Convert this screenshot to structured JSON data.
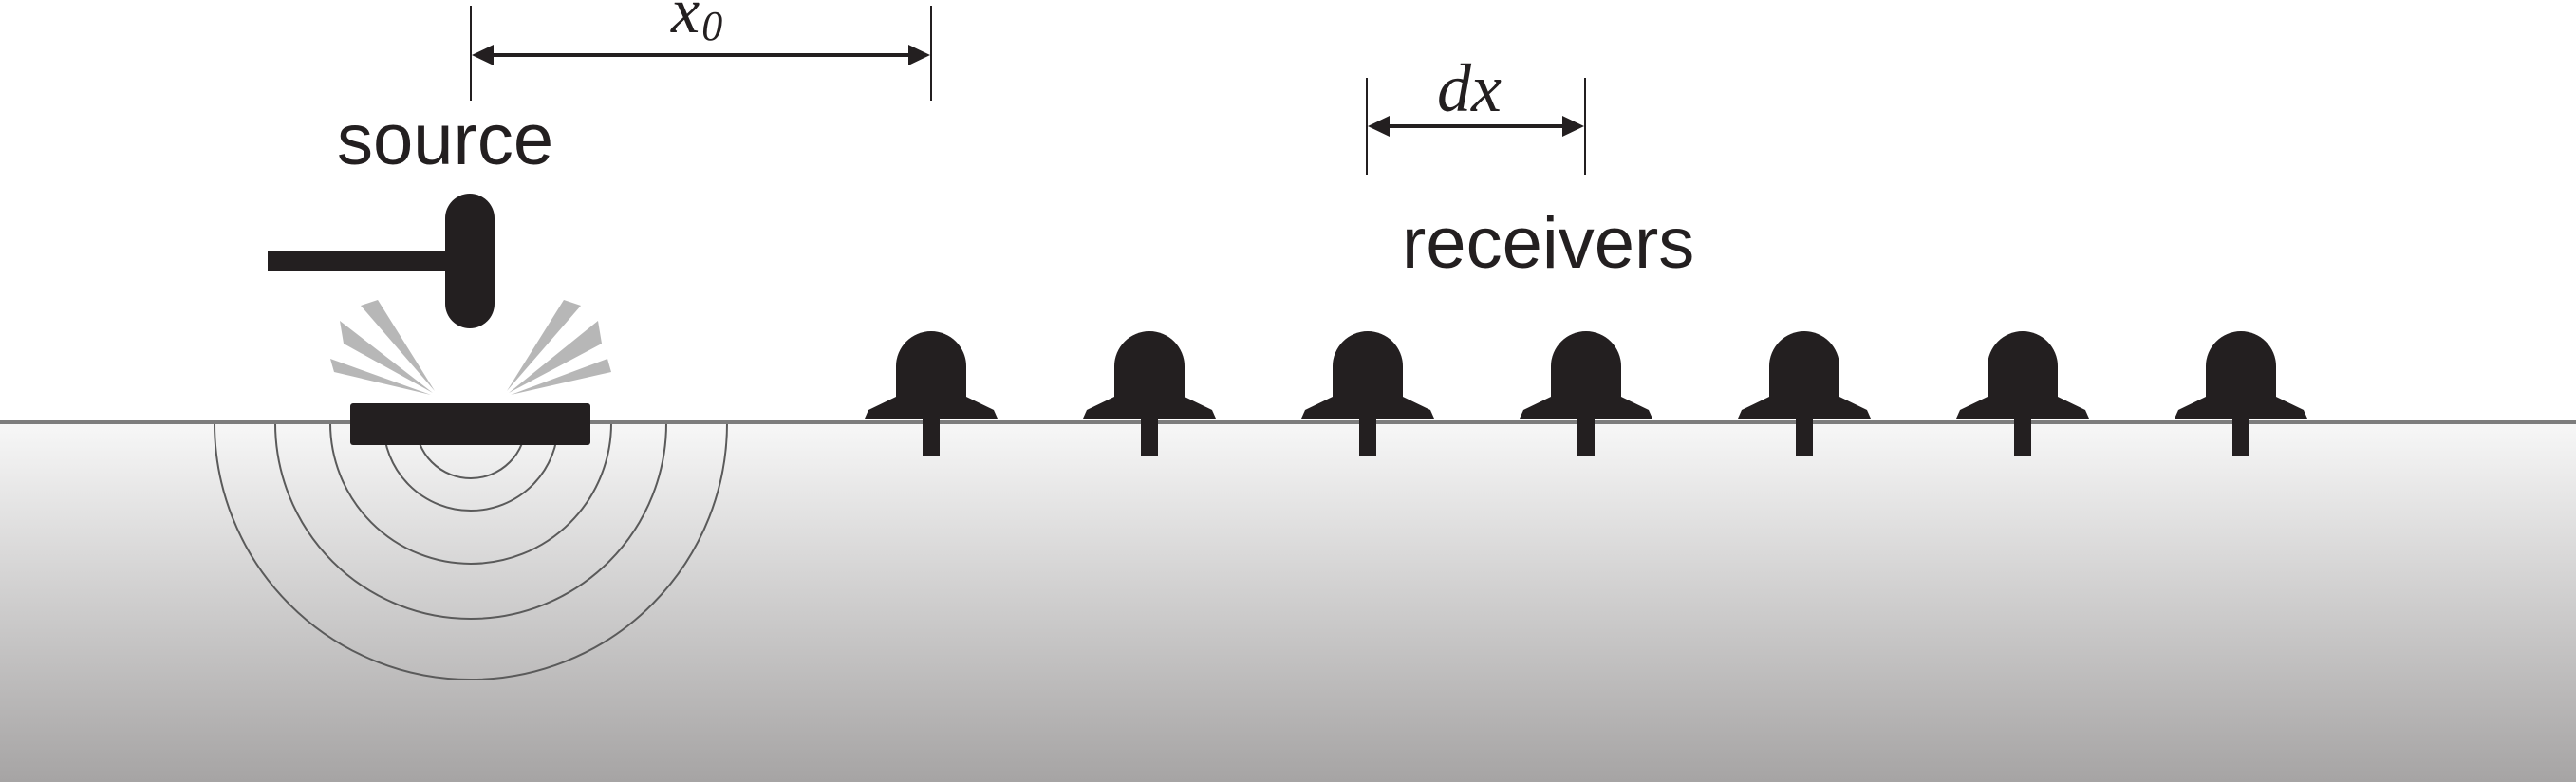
{
  "labels": {
    "source": "source",
    "receivers": "receivers",
    "offset_symbol": "x",
    "offset_subscript": "0",
    "spacing_symbol": "dx"
  },
  "receiver_count": 7,
  "colors": {
    "ink": "#231f20",
    "ground_top": "#f7f7f7",
    "ground_bottom": "#a6a4a4",
    "surface_line": "#7d7d7d",
    "wavefront": "#5a5a5a",
    "impact_rays": "#b7b7b7"
  }
}
